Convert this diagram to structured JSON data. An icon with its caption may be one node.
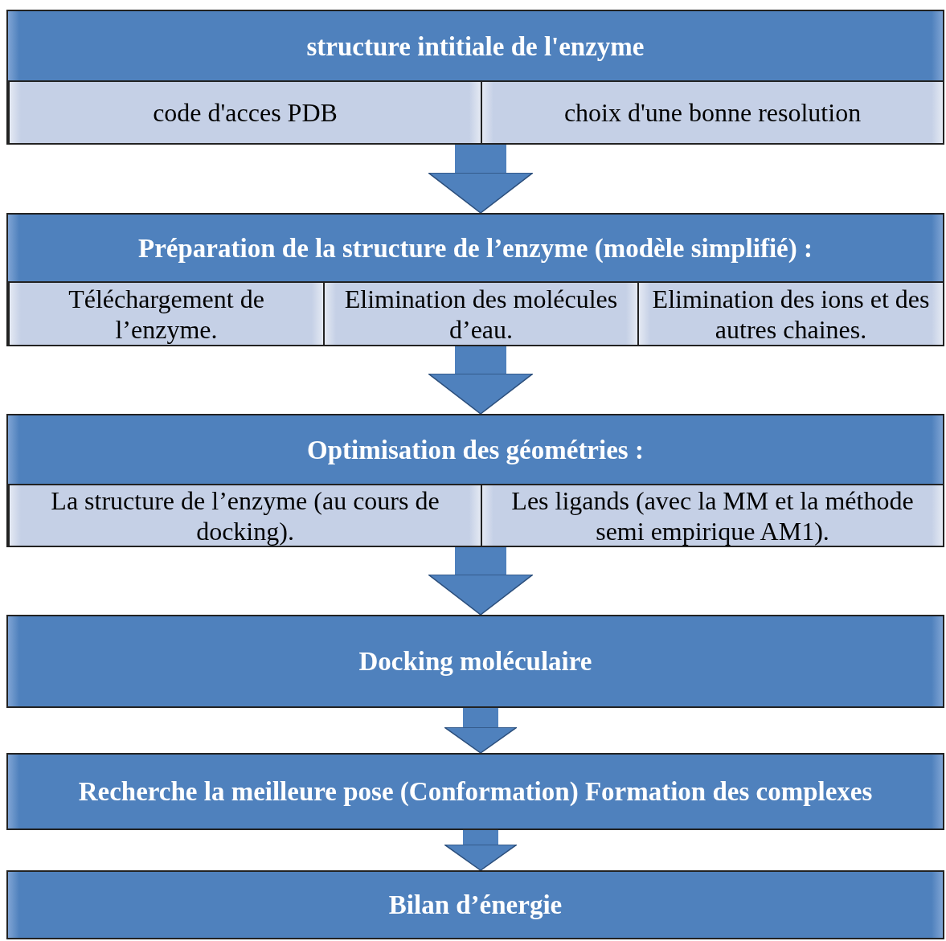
{
  "diagram": {
    "nodes": [
      {
        "text": [
          "structure intitiale de l'enzyme"
        ]
      },
      {
        "text": [
          "code d'acces PDB"
        ],
        "in": 0
      },
      {
        "text": [
          "choix d'une bonne resolution"
        ],
        "in": 0
      },
      {
        "text": [
          "Préparation de la structure de l’enzyme (modèle simplifié) :"
        ]
      },
      {
        "text": [
          "Téléchargement de l’enzyme."
        ],
        "in": 3
      },
      {
        "text": [
          "Elimination des molécules d’eau."
        ],
        "in": 3
      },
      {
        "text": [
          "Elimination des ions et des autres chaines."
        ],
        "in": 3
      },
      {
        "text": [
          "Optimisation des géométries :"
        ]
      },
      {
        "text": [
          "La structure de l’enzyme (au cours de docking)."
        ],
        "in": 7
      },
      {
        "text": [
          "Les ligands (avec la MM et la méthode semi empirique AM1)."
        ],
        "in": 7
      },
      {
        "text": [
          "Docking moléculaire"
        ]
      },
      {
        "text": [
          "Recherche la meilleure pose (Conformation) Formation des complexes"
        ]
      },
      {
        "text": [
          "Bilan d’énergie"
        ]
      }
    ],
    "edges": [
      {
        "from": 0,
        "to": 3,
        "arrow": "to"
      },
      {
        "from": 3,
        "to": 7,
        "arrow": "to"
      },
      {
        "from": 7,
        "to": 10,
        "arrow": "to"
      },
      {
        "from": 10,
        "to": 11,
        "arrow": "to"
      },
      {
        "from": 11,
        "to": 12,
        "arrow": "to"
      }
    ]
  }
}
